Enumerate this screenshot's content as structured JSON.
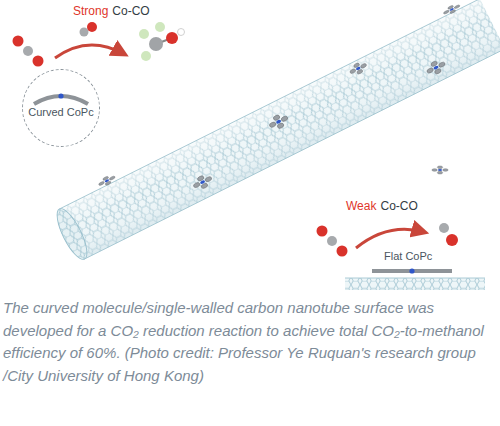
{
  "diagram": {
    "caption": "The curved molecule/single-walled carbon nanotube surface was developed for a CO₂ reduction reaction to achieve total CO₂-to-methanol efficiency of 60%. (Photo credit: Professor Ye Ruquan's research group /City University of Hong Kong)",
    "nodes": [
      {
        "text": [
          "Curved CoPc"
        ]
      }
    ],
    "labels": [
      "Strong",
      "Co-CO",
      "Weak",
      "Co-CO",
      "Flat CoPc"
    ]
  }
}
